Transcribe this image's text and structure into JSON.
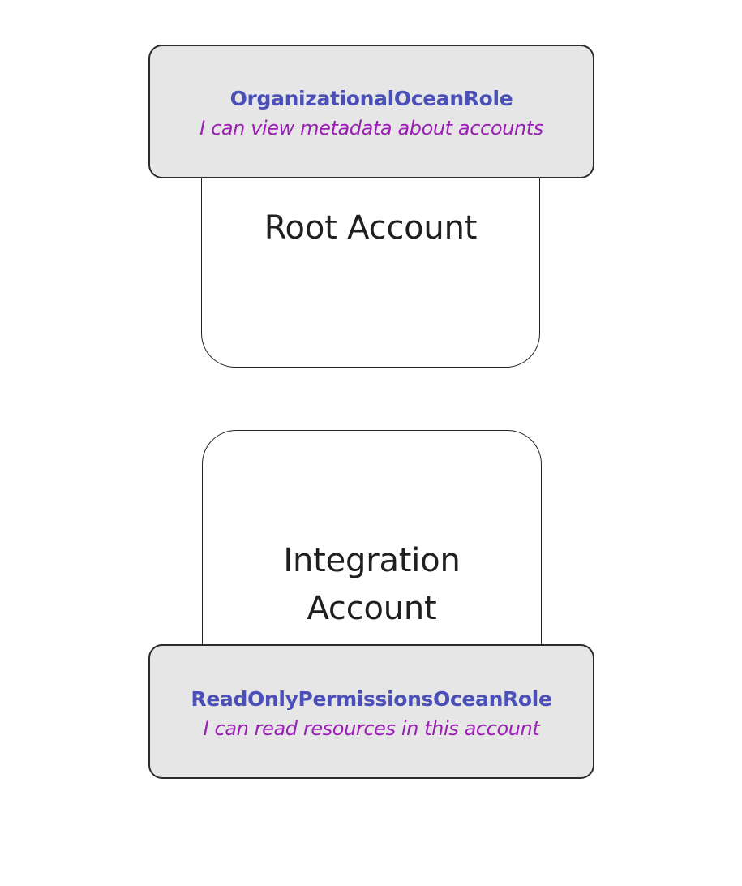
{
  "diagram": {
    "background_color": "#ffffff",
    "accounts": [
      {
        "id": "root-account",
        "label": "Root Account",
        "role": {
          "id": "organizational-ocean-role",
          "name": "OrganizationalOceanRole",
          "description": "I can view metadata about accounts",
          "position": "top",
          "fill_color": "#e6e6e6",
          "border_color": "#2b2b2b",
          "name_color": "#4b50b8",
          "description_color": "#9b1fb5"
        }
      },
      {
        "id": "integration-account",
        "label": "Integration\nAccount",
        "role": {
          "id": "readonly-permissions-ocean-role",
          "name": "ReadOnlyPermissionsOceanRole",
          "description": "I can read resources in this account",
          "position": "bottom",
          "fill_color": "#e6e6e6",
          "border_color": "#2b2b2b",
          "name_color": "#4b50b8",
          "description_color": "#9b1fb5"
        }
      }
    ]
  }
}
